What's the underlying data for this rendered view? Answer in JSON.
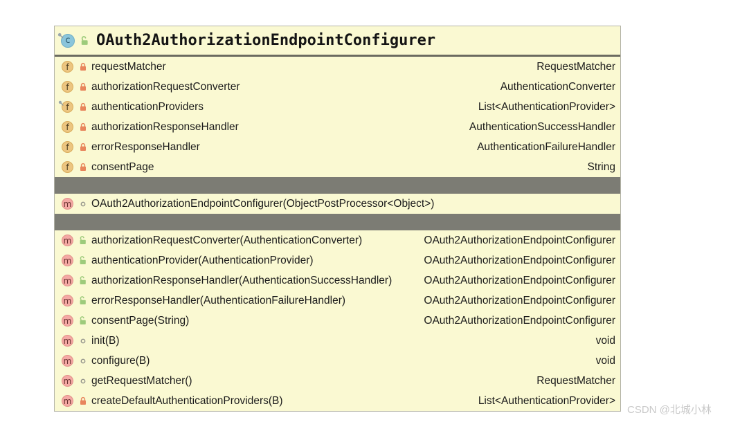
{
  "watermark": "CSDN @北城小林",
  "diagram": {
    "class": {
      "name": "OAuth2AuthorizationEndpointConfigurer",
      "visibility": "public",
      "pinned": true
    },
    "icon_letters": {
      "class": "c",
      "field": "f",
      "method": "m"
    },
    "fields": [
      {
        "name": "requestMatcher",
        "type": "RequestMatcher",
        "visibility": "private",
        "pinned": false
      },
      {
        "name": "authorizationRequestConverter",
        "type": "AuthenticationConverter",
        "visibility": "private",
        "pinned": false
      },
      {
        "name": "authenticationProviders",
        "type": "List<AuthenticationProvider>",
        "visibility": "private",
        "pinned": true
      },
      {
        "name": "authorizationResponseHandler",
        "type": "AuthenticationSuccessHandler",
        "visibility": "private",
        "pinned": false
      },
      {
        "name": "errorResponseHandler",
        "type": "AuthenticationFailureHandler",
        "visibility": "private",
        "pinned": false
      },
      {
        "name": "consentPage",
        "type": "String",
        "visibility": "private",
        "pinned": false
      }
    ],
    "constructor_row": {
      "signature": "OAuth2AuthorizationEndpointConfigurer(ObjectPostProcessor<Object>)",
      "visibility": "package"
    },
    "methods": [
      {
        "signature": "authorizationRequestConverter(AuthenticationConverter)",
        "return_type": "OAuth2AuthorizationEndpointConfigurer",
        "visibility": "public"
      },
      {
        "signature": "authenticationProvider(AuthenticationProvider)",
        "return_type": "OAuth2AuthorizationEndpointConfigurer",
        "visibility": "public"
      },
      {
        "signature": "authorizationResponseHandler(AuthenticationSuccessHandler)",
        "return_type": "OAuth2AuthorizationEndpointConfigurer",
        "visibility": "public"
      },
      {
        "signature": "errorResponseHandler(AuthenticationFailureHandler)",
        "return_type": "OAuth2AuthorizationEndpointConfigurer",
        "visibility": "public"
      },
      {
        "signature": "consentPage(String)",
        "return_type": "OAuth2AuthorizationEndpointConfigurer",
        "visibility": "public"
      },
      {
        "signature": "init(B)",
        "return_type": "void",
        "visibility": "package"
      },
      {
        "signature": "configure(B)",
        "return_type": "void",
        "visibility": "package"
      },
      {
        "signature": "getRequestMatcher()",
        "return_type": "RequestMatcher",
        "visibility": "package"
      },
      {
        "signature": "createDefaultAuthenticationProviders(B)",
        "return_type": "List<AuthenticationProvider>",
        "visibility": "private"
      }
    ],
    "colors": {
      "panel_background": "#FAF9D2",
      "separator_bar": "#7C7C74",
      "class_icon": "#8AC5DB",
      "field_icon": "#ECC580",
      "method_icon": "#F4A9A4",
      "private_lock": "#E8855C",
      "public_lock": "#9DCB7B",
      "package_circle": "#909088",
      "watermark": "#C9C9C9"
    }
  }
}
